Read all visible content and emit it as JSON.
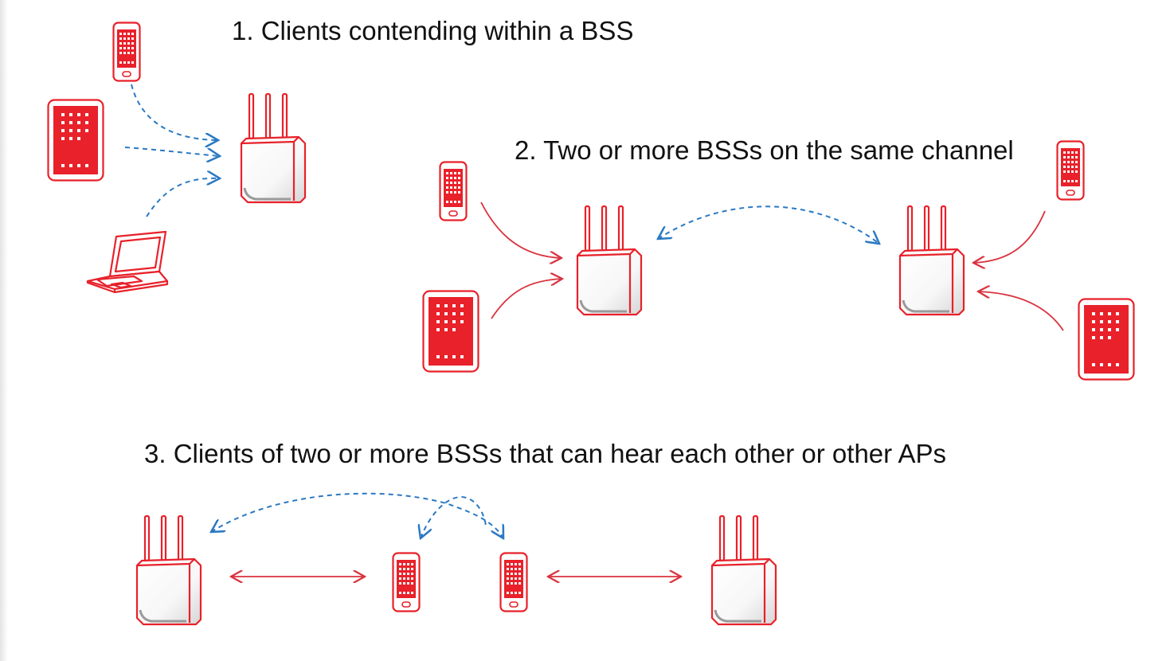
{
  "headings": {
    "scenario_1": "1. Clients contending within a BSS",
    "scenario_2": "2. Two or more BSSs on the same channel",
    "scenario_3": "3. Clients of two or more BSSs that can hear each other or other APs"
  },
  "colors": {
    "device_red": "#e8212a",
    "contention_blue": "#2b79c2",
    "association_red": "#d9333f",
    "text": "#111111"
  },
  "icons": {
    "access_point": "wireless-access-point-icon",
    "phone": "smartphone-icon",
    "tablet": "tablet-icon",
    "laptop": "laptop-icon"
  }
}
